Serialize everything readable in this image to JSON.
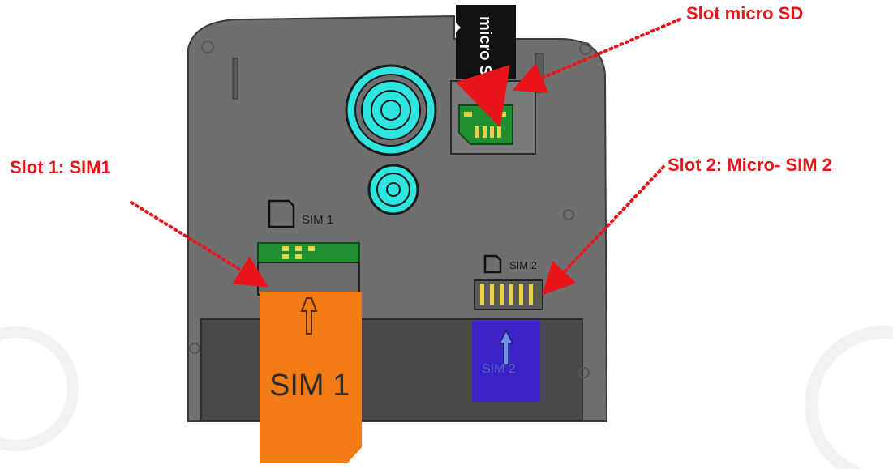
{
  "callouts": {
    "micro_sd": "Slot micro SD",
    "slot1": "Slot 1: SIM1",
    "slot2": "Slot 2: Micro- SIM 2"
  },
  "device": {
    "sim1_slot_text": "SIM 1",
    "sim2_slot_text": "SIM 2",
    "sim1_card_text": "SIM 1",
    "sim2_card_text": "SIM 2"
  },
  "sd_card": {
    "brand_text": "micro SD"
  },
  "colors": {
    "callout": "#e8141a",
    "body": "#6f6f6f",
    "sim1_card": "#f27b13",
    "sim2_card": "#3b22c9",
    "lens": "#2ee5e0",
    "contacts": "#1f8f2f"
  }
}
